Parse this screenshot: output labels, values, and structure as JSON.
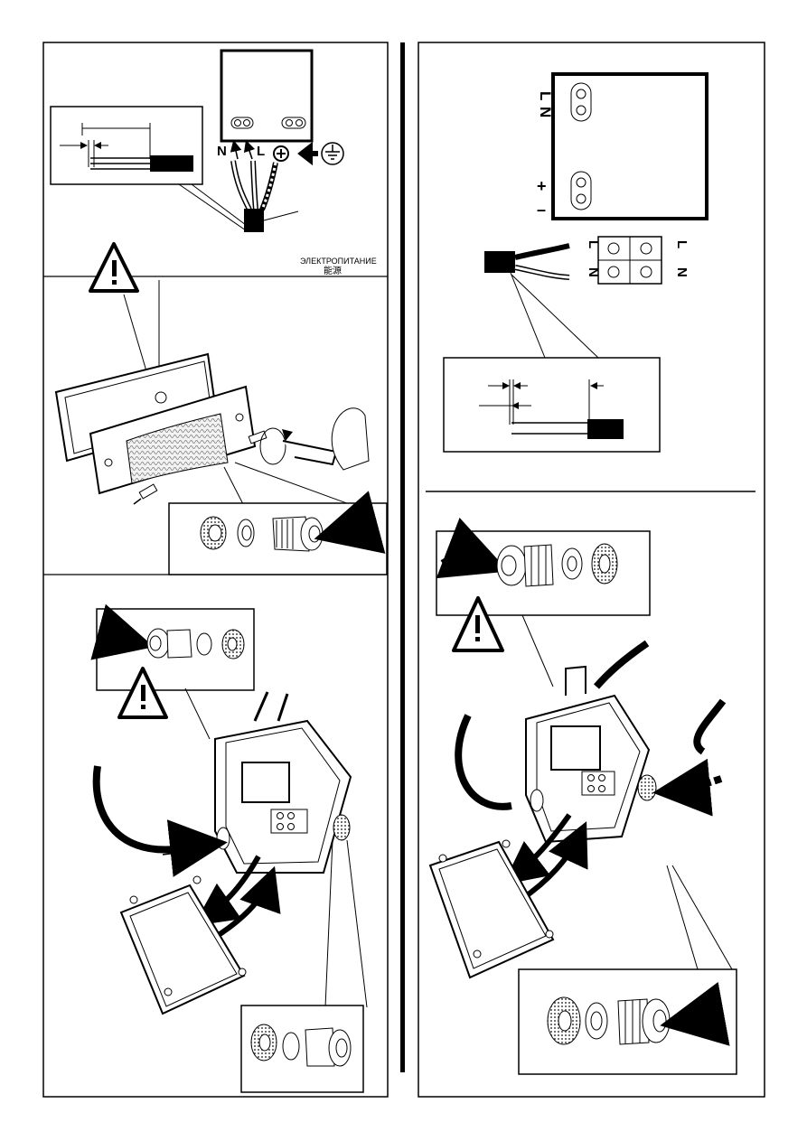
{
  "left_column": {
    "panel1": {
      "terminal_labels": {
        "neutral": "N",
        "live": "L"
      },
      "power_caption_ru": "ЭЛЕКТРОПИТАНИЕ",
      "power_caption_zh": "能源"
    }
  },
  "right_column": {
    "panel1": {
      "box_labels": {
        "live": "L",
        "neutral": "N",
        "plus": "+",
        "minus": "–"
      },
      "terminal_block_labels": {
        "live_left": "L",
        "live_right": "L",
        "neutral_left": "N",
        "neutral_right": "N"
      }
    }
  },
  "icons": [
    "warning-triangle-icon",
    "ground-symbol-icon",
    "insert-arrow-icon",
    "cable-gland-icon",
    "hex-key-icon",
    "screw-icon"
  ]
}
